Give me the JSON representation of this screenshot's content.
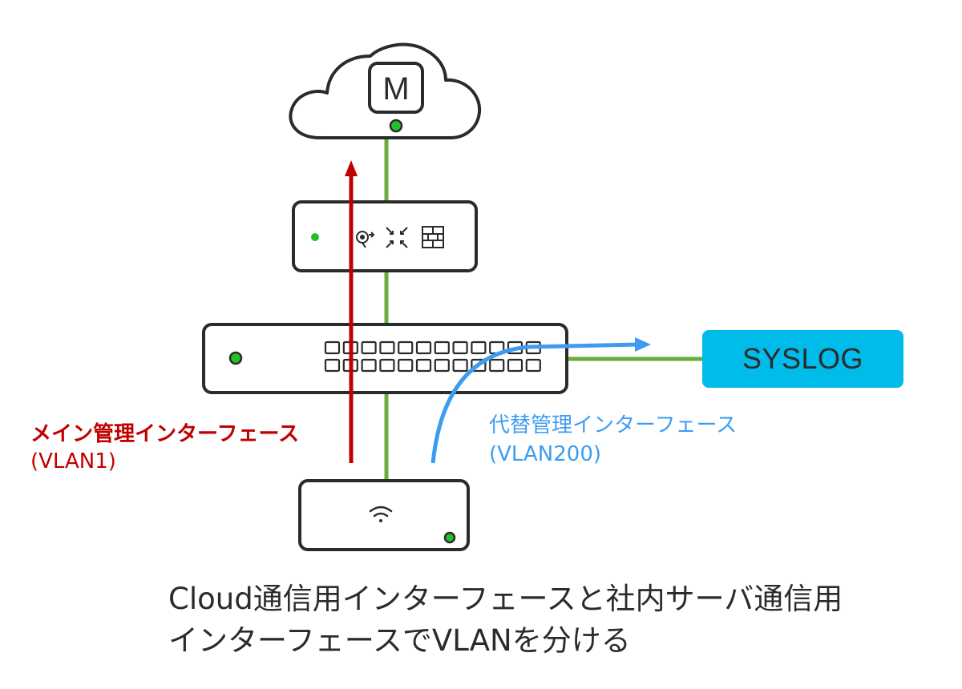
{
  "cloud": {
    "logo_letter": "M"
  },
  "syslog": {
    "label": "SYSLOG"
  },
  "main_interface": {
    "title": "メイン管理インターフェース",
    "vlan": "(VLAN1)",
    "color": "#c00000"
  },
  "alt_interface": {
    "title": "代替管理インターフェース",
    "vlan": "(VLAN200)",
    "color": "#3d9cf0"
  },
  "caption": {
    "line1": "Cloud通信用インターフェースと社内サーバ通信用",
    "line2": "インターフェースでVLANを分ける"
  },
  "colors": {
    "link": "#6aad3d",
    "device_border": "#2b2b2b",
    "status_led": "#22c02a",
    "syslog_fill": "#00bceb"
  },
  "icons": [
    "cloud-icon",
    "meraki-logo-icon",
    "vpn-icon",
    "collapse-arrows-icon",
    "firewall-icon",
    "wifi-icon"
  ]
}
